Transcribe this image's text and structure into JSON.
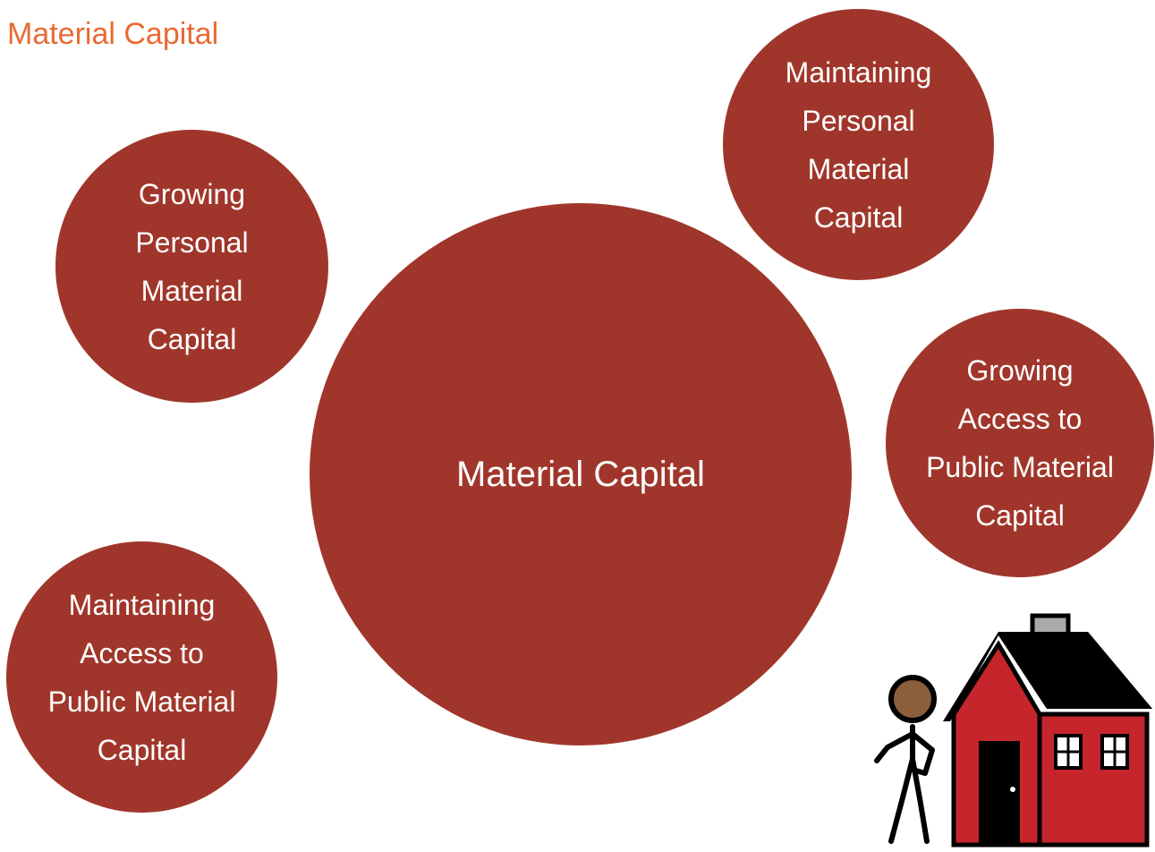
{
  "page": {
    "title": "Material Capital"
  },
  "colors": {
    "title": "#e86a33",
    "bubble_fill": "#a0362b",
    "bubble_text": "#ffffff",
    "house_wall": "#c5252b",
    "house_roof": "#000000"
  },
  "diagram": {
    "center": {
      "label": "Material Capital"
    },
    "nodes": [
      {
        "id": "growing-personal",
        "label": "Growing\nPersonal\nMaterial\nCapital"
      },
      {
        "id": "maintaining-personal",
        "label": "Maintaining\nPersonal\nMaterial\nCapital"
      },
      {
        "id": "growing-public",
        "label": "Growing\nAccess to\nPublic Material\nCapital"
      },
      {
        "id": "maintaining-public",
        "label": "Maintaining\nAccess to\nPublic Material\nCapital"
      }
    ]
  },
  "illustration": {
    "icon": "person-with-house-icon"
  }
}
